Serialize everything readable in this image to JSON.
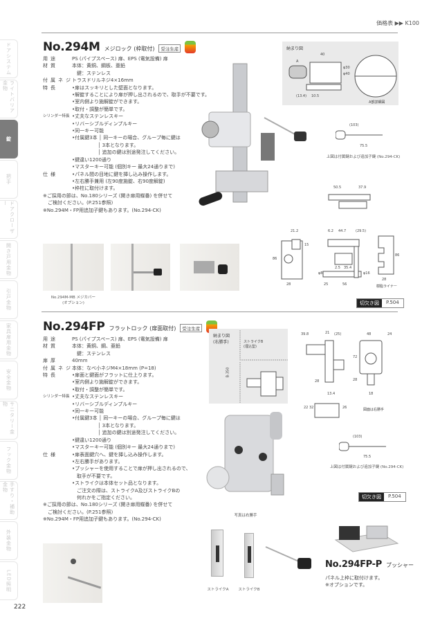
{
  "header": {
    "price_ref": "価格表 ▶▶ K100"
  },
  "side_tabs": [
    "ドアシステム",
    "ライトバリア金物",
    "錠",
    "把手",
    "ドアクローザー",
    "開き戸用金物",
    "引戸金物",
    "家具扉用金物",
    "安全金物",
    "サニタリー金物",
    "フック金物",
    "手すり・補助金物",
    "外装金物",
    "LED照明"
  ],
  "active_tab": 2,
  "p1": {
    "no": "No.294M",
    "name": "メジロック (枠取付)",
    "badge": "受注生産",
    "specs": [
      {
        "label": "用途",
        "lines": [
          "PS (パイプスペース) 扉、EPS (電気設備) 扉"
        ]
      },
      {
        "label": "材質",
        "lines": [
          "本体：黄銅、鋼板、亜鉛",
          "　鍵：ステンレス"
        ]
      },
      {
        "label": "付属ネジ",
        "lines": [
          "トラスドリルネジ4×16mm"
        ]
      },
      {
        "label": "特長",
        "lines": [
          "•扉はスッキリとした壁面となります。",
          "•解錠することにより扉が押し出されるので、取手が不要です。",
          "•室内側より施解錠ができます。",
          "•取付・調整が簡単です。"
        ]
      },
      {
        "label": "シリンダー特長",
        "small": true,
        "lines": [
          "•丈夫なステンレスキー",
          "•リバーシブルディンプルキー",
          "•同一キー可能",
          "•付属鍵3本 │ 同一キーの場合、グループ毎に鍵は",
          "　　　　　 │ 3本となります。",
          "　　　　　 │ 追加の鍵は別途発注してください。",
          "•鍵違い1200通り",
          "•マスターキー可能 (個別キー 最大24通りまで)"
        ]
      },
      {
        "label": "仕様",
        "lines": [
          "•パネル間の目地に鍵を挿し込み操作します。",
          "•左右勝手兼用 (左90度施錠、右90度解錠)",
          "•枠柱に取付けます。"
        ]
      }
    ],
    "notes": [
      "※ご採用の節は、No.180シリーズ (開き扉用蝶番) を併せて",
      "　ご検討ください。(P.251参照)",
      "※No.294M・FP用追加子鍵もあります。(No.294-CK)"
    ],
    "install_label": "納まり図",
    "detail_label": "A部詳細図",
    "point_a": "A",
    "dims_install": [
      "40",
      "(13.4)",
      "10.5",
      "φ30",
      "φ40"
    ],
    "key_dims": [
      "(103)",
      "75.5"
    ],
    "key_caption": "上図は付属鍵および追加子鍵 (No.294-CK)",
    "dims_top": [
      "50.5",
      "37.9"
    ],
    "dims_front": [
      "21.2",
      "15",
      "86",
      "28"
    ],
    "dims_side": [
      "6.2",
      "44.7",
      "(29.5)",
      "2.5",
      "35.4",
      "25",
      "56",
      "φ16",
      "φ8"
    ],
    "dims_liner": [
      "86",
      "28"
    ],
    "liner_label": "樹脂ライナー",
    "cover_caption": [
      "No.294M-MB メジカバー",
      "(オプション)"
    ],
    "ref_key": "切欠き図",
    "ref_page": "P.504"
  },
  "p2": {
    "no": "No.294FP",
    "name": "フラットロック (扉面取付)",
    "badge": "受注生産",
    "specs": [
      {
        "label": "用途",
        "lines": [
          "PS (パイプスペース) 扉、EPS (電気設備) 扉"
        ]
      },
      {
        "label": "材質",
        "lines": [
          "本体：黄銅、鋼、亜鉛",
          "　鍵：ステンレス"
        ]
      },
      {
        "label": "扉厚",
        "lines": [
          "40mm"
        ]
      },
      {
        "label": "付属ネジ",
        "lines": [
          "本体：なべ小ネジM4×18mm (P=18)"
        ]
      },
      {
        "label": "特長",
        "lines": [
          "•扉面と鍵面がフラットに仕上ります。",
          "•室内側より施解錠ができます。",
          "•取付・調整が簡単です。"
        ]
      },
      {
        "label": "シリンダー特長",
        "small": true,
        "lines": [
          "•丈夫なステンレスキー",
          "•リバーシブルディンプルキー",
          "•同一キー可能",
          "•付属鍵3本 │ 同一キーの場合、グループ毎に鍵は",
          "　　　　　 │ 3本となります。",
          "　　　　　 │ 追加の鍵は別途発注してください。",
          "•鍵違い1200通り",
          "•マスターキー可能 (個別キー 最大24通りまで)"
        ]
      },
      {
        "label": "仕様",
        "lines": [
          "•扉表面鍵穴へ、鍵を挿し込み操作します。",
          "•左右勝手があります。",
          "•プッシャーを使用することで扉が押し出されるので、",
          "　取手が不要です。",
          "•ストライクは本体セット品となります。",
          "　ご注文の際は、ストライクA及びストライクBの",
          "　何れかをご指定ください。"
        ]
      }
    ],
    "notes": [
      "※ご採用の節は、No.180シリーズ (開き扉用蝶番) を併せて",
      "　ご検討ください。(P.251参照)",
      "※No.294M・FP用追加子鍵もあります。(No.294-CK)"
    ],
    "install_label": [
      "納まり図",
      "(右勝手)"
    ],
    "strike_label": [
      "ストライクB",
      "(埋込型)"
    ],
    "dim_b": "B-350",
    "dims_side": [
      "39.8",
      "21",
      "(25)",
      "28",
      "13.4"
    ],
    "dims_front": [
      "48",
      "24",
      "72",
      "28",
      "18"
    ],
    "dims_bottom": [
      "22",
      "32",
      "26"
    ],
    "fig_note": "図面は右勝手",
    "key_dims": [
      "(103)",
      "75.5"
    ],
    "key_caption": "上図は付属鍵および追加子鍵 (No.294-CK)",
    "photo_caption": "写真は右勝手",
    "strikes": [
      "ストライクA",
      "ストライクB"
    ],
    "ref_key": "切欠き図",
    "ref_page": "P.504",
    "pusher": {
      "no": "No.294FP-P",
      "name": "プッシャー",
      "lines": [
        "パネル上枠に取付けます。",
        "※オプションです。"
      ]
    }
  },
  "page_number": "222"
}
